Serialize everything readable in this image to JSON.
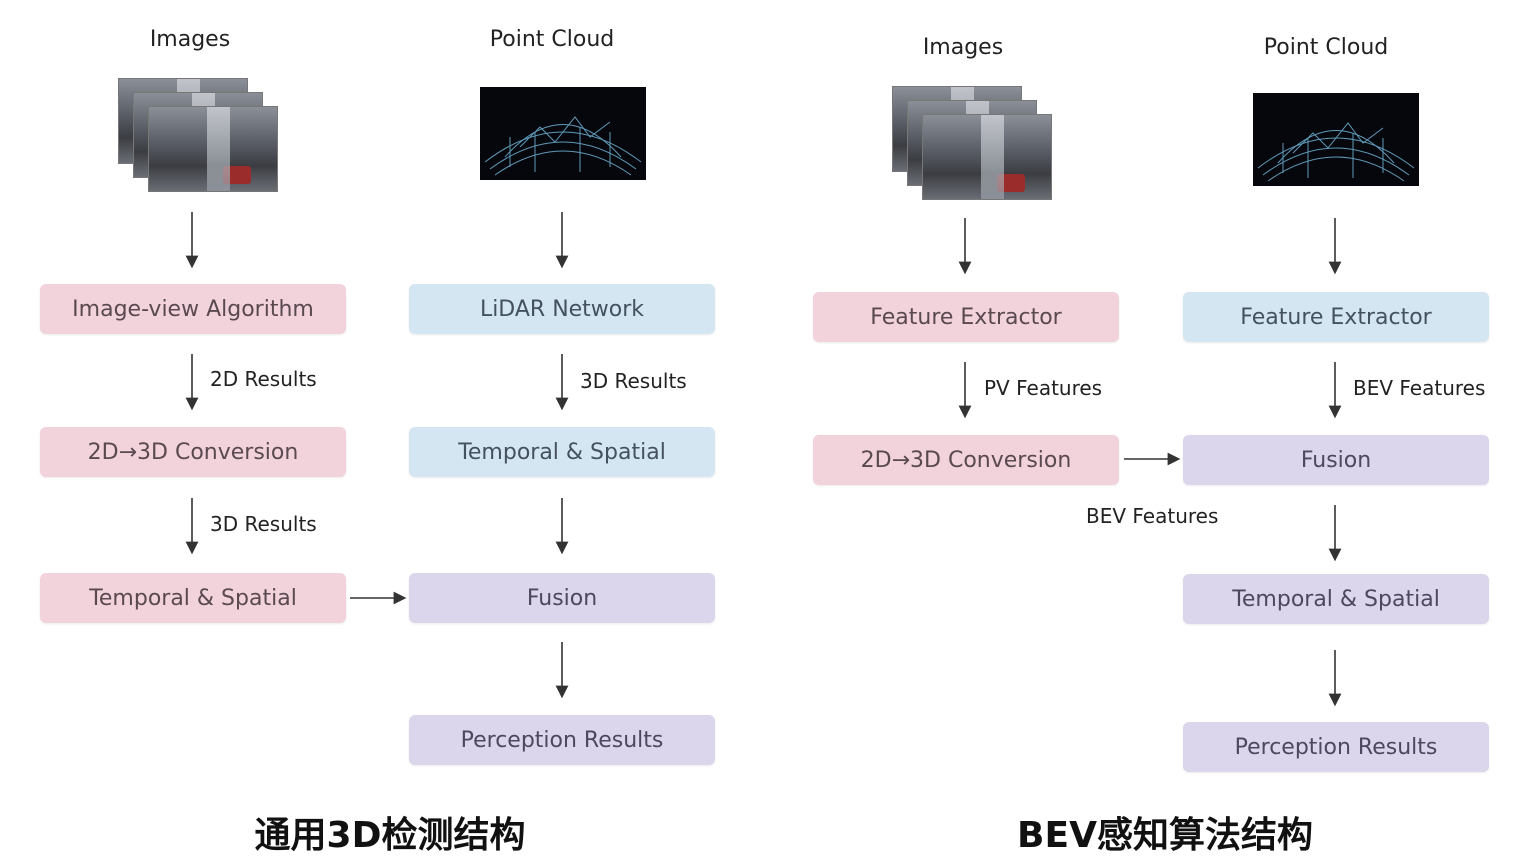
{
  "left": {
    "images_label": "Images",
    "pointcloud_label": "Point Cloud",
    "boxes": {
      "image_view": "Image-view Algorithm",
      "conversion": "2D→3D Conversion",
      "temporal_left": "Temporal & Spatial",
      "lidar": "LiDAR Network",
      "temporal_right": "Temporal & Spatial",
      "fusion": "Fusion",
      "perception": "Perception Results"
    },
    "edges": {
      "results_2d": "2D Results",
      "results_3d_left": "3D Results",
      "results_3d_right": "3D Results"
    },
    "caption": "通用3D检测结构"
  },
  "right": {
    "images_label": "Images",
    "pointcloud_label": "Point Cloud",
    "boxes": {
      "feat_left": "Feature Extractor",
      "conversion": "2D→3D Conversion",
      "feat_right": "Feature Extractor",
      "fusion": "Fusion",
      "temporal": "Temporal & Spatial",
      "perception": "Perception Results"
    },
    "edges": {
      "pv_features": "PV Features",
      "bev_features_right": "BEV Features",
      "bev_features_bottom": "BEV Features"
    },
    "caption": "BEV感知算法结构"
  },
  "colors": {
    "camera_branch": "#f2d3dc",
    "lidar_branch": "#d5e6f3",
    "fusion_branch": "#dcd6ec"
  }
}
